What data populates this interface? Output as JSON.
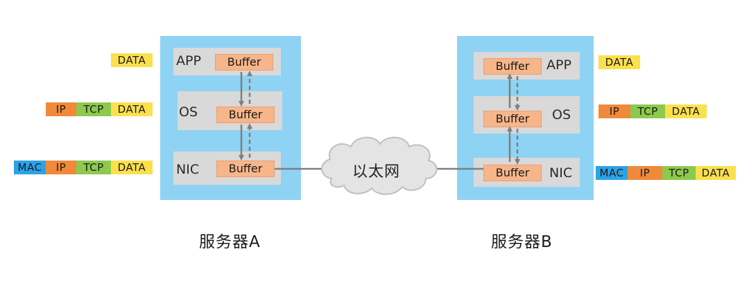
{
  "server_a": {
    "label": "服务器A",
    "layers": {
      "app": "APP",
      "os": "OS",
      "nic": "NIC"
    },
    "buffer_label": "Buffer"
  },
  "server_b": {
    "label": "服务器B",
    "layers": {
      "app": "APP",
      "os": "OS",
      "nic": "NIC"
    },
    "buffer_label": "Buffer"
  },
  "network": {
    "label": "以太网"
  },
  "packet_tags": {
    "data": "DATA",
    "tcp": "TCP",
    "ip": "IP",
    "mac": "MAC"
  },
  "colors": {
    "server_bg": "#8fd3f4",
    "layer_bg": "#d9d9d9",
    "buffer_bg": "#f7b58a",
    "data": "#fbe04e",
    "tcp": "#8dc94d",
    "ip": "#f08a3a",
    "mac": "#2ca3e6",
    "cloud": "#e4e4e4",
    "connector": "#7f7f7f"
  }
}
